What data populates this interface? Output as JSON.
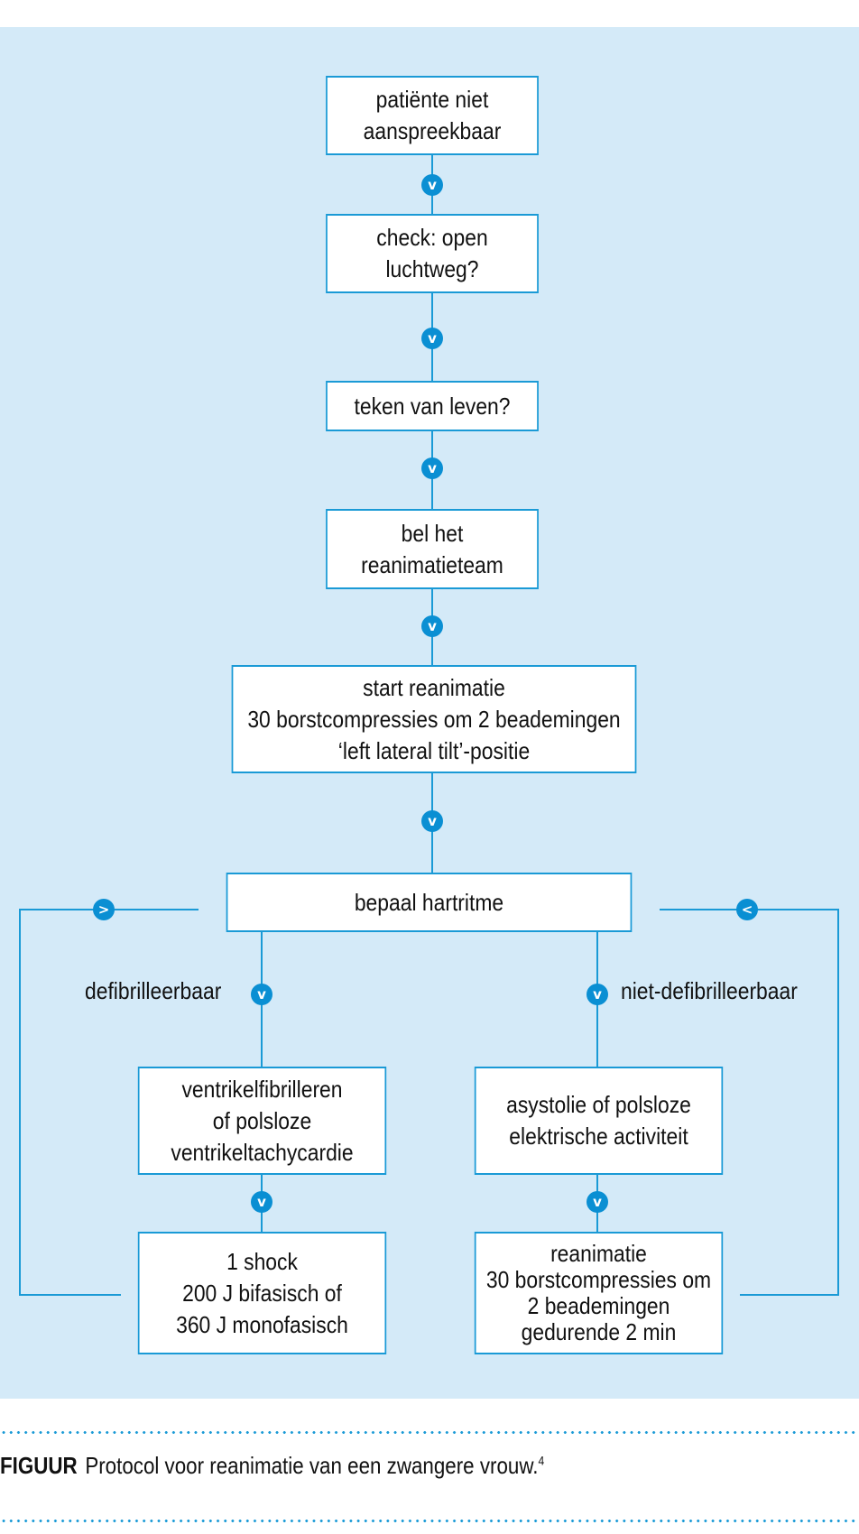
{
  "figure": {
    "background_color": "#d4eaf8",
    "accent_color": "#1a9ad6",
    "nodes": {
      "unresponsive": "patiënte niet\naanspreekbaar",
      "airway": "check: open\nluchtweg?",
      "signs_of_life": "teken van leven?",
      "call_team": "bel het\nreanimatieteam",
      "start_cpr": "start reanimatie\n30 borstcompressies om 2 beademingen\n‘left lateral tilt’-positie",
      "rhythm": "bepaal hartritme",
      "vf_vt": "ventrikelfibrilleren\nof polsloze\nventrikeltachycardie",
      "shock": "1 shock\n200 J bifasisch of\n360 J monofasisch",
      "asystole_pea": "asystolie of polsloze\nelektrische activiteit",
      "cpr_2min": "reanimatie\n30 borstcompressies om\n2 beademingen\ngedurende 2 min"
    },
    "branch_labels": {
      "shockable": "defibrilleerbaar",
      "non_shockable": "niet-defibrilleerbaar"
    },
    "arrow_glyphs": {
      "down": "v",
      "right": ">",
      "left": "<"
    }
  },
  "caption": {
    "label": "FIGUUR",
    "text": "Protocol voor reanimatie van een zwangere vrouw.",
    "reference": "4"
  }
}
